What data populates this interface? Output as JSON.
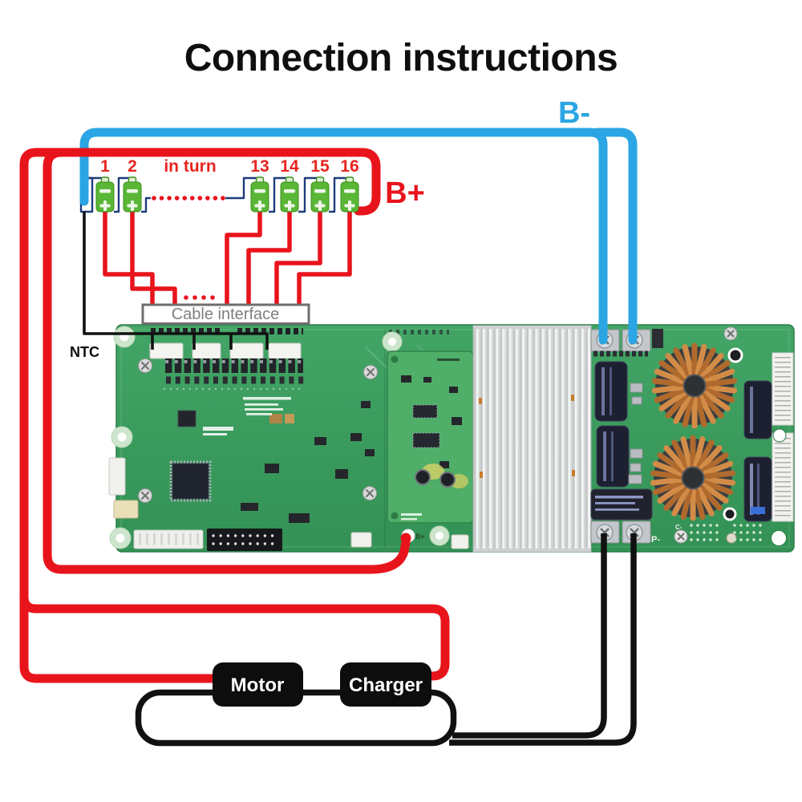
{
  "title": "Connection instructions",
  "wiring": {
    "b_minus_label": "B-",
    "b_plus_label": "B+",
    "ntc_label": "NTC",
    "cable_interface_label": "Cable interface",
    "in_turn_label": "in turn"
  },
  "batteries": {
    "cells": [
      {
        "label": "1"
      },
      {
        "label": "2"
      },
      {
        "label": "13"
      },
      {
        "label": "14"
      },
      {
        "label": "15"
      },
      {
        "label": "16"
      }
    ]
  },
  "devices": {
    "motor_label": "Motor",
    "charger_label": "Charger"
  },
  "board": {
    "pad_b_plus_label": "B+",
    "terminal_p_minus_label": "P-",
    "terminal_c_minus_label": "C-"
  },
  "colors": {
    "wire_positive_red": "#e8141c",
    "wire_negative_blue": "#2ba5e3",
    "wire_series_link_navy": "#1e3c7c",
    "wire_output_black": "#111111",
    "battery_green": "#5ab636",
    "pcb_green": "#3a9b5c",
    "heatsink_silver": "#e6e7e8",
    "toroid_copper": "#d38c47",
    "cable_box_gray": "#7f7f7f",
    "device_box_black": "#0d0d0d"
  }
}
